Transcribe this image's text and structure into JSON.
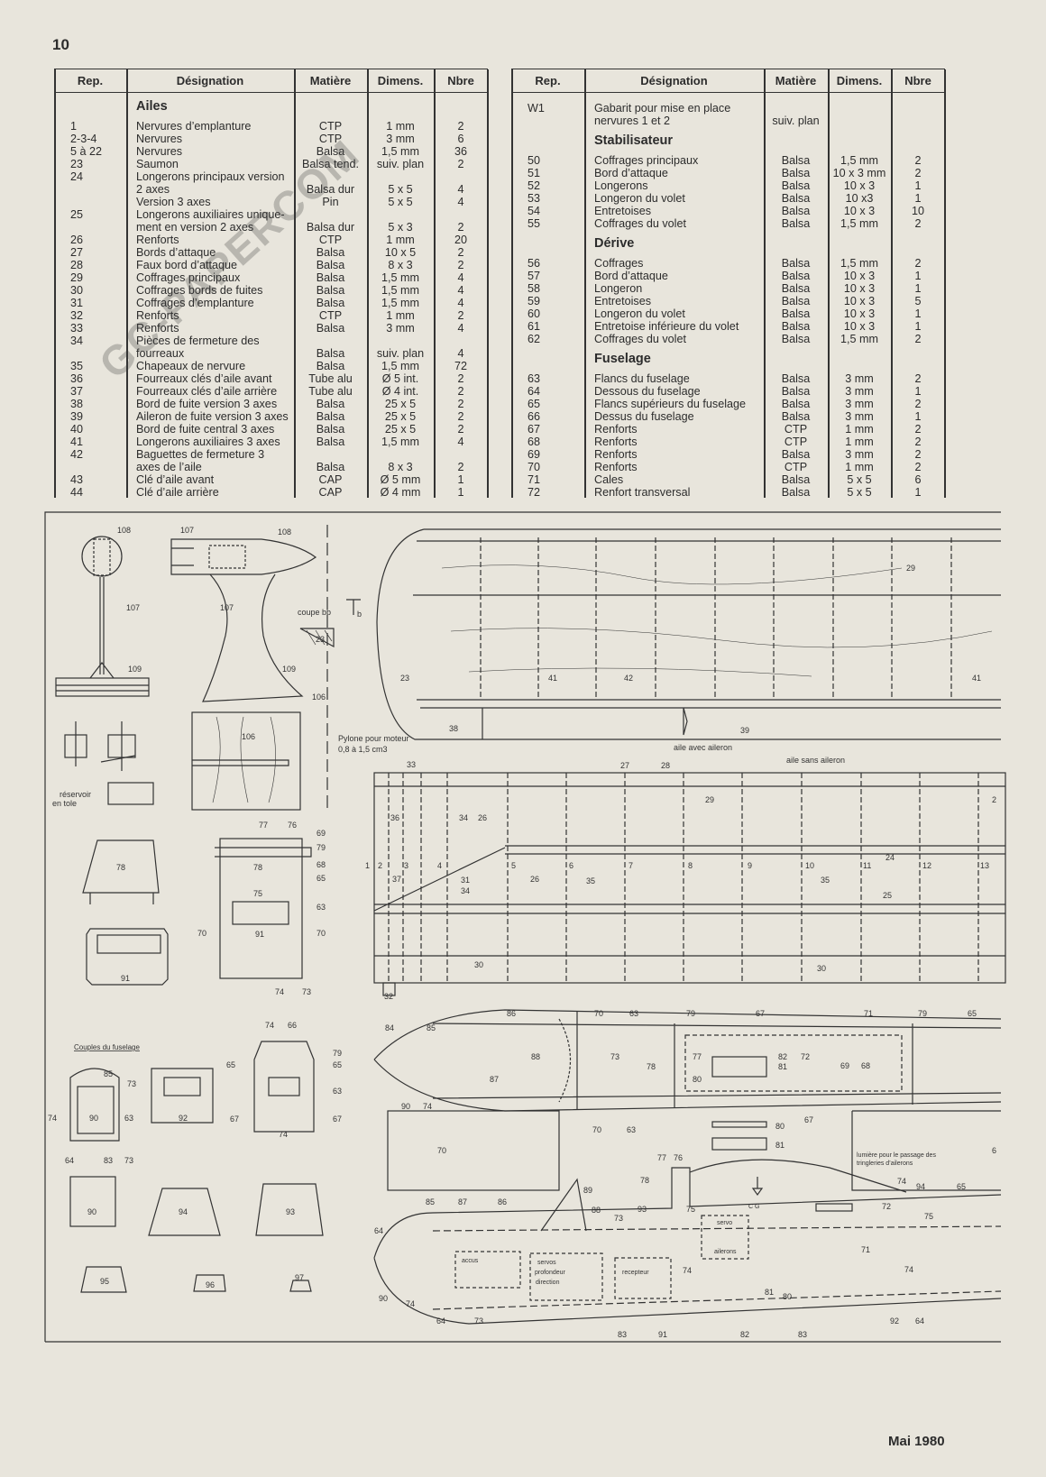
{
  "page_number": "10",
  "footer": "Mai 1980",
  "watermark": "GC-PAPERCOM",
  "tables": {
    "headers": [
      "Rep.",
      "Désignation",
      "Matière",
      "Dimens.",
      "Nbre"
    ],
    "left": {
      "rows": [
        {
          "section": "Ailes"
        },
        [
          "1",
          "Nervures d’emplanture",
          "CTP",
          "1 mm",
          "2"
        ],
        [
          "2-3-4",
          "Nervures",
          "CTP",
          "3 mm",
          "6"
        ],
        [
          "5 à 22",
          "Nervures",
          "Balsa",
          "1,5 mm",
          "36"
        ],
        [
          "23",
          "Saumon",
          "Balsa tend.",
          "suiv. plan",
          "2"
        ],
        [
          "24",
          "Longerons principaux version",
          "",
          "",
          ""
        ],
        [
          "",
          "2 axes",
          "Balsa dur",
          "5 x 5",
          "4"
        ],
        [
          "",
          "Version 3 axes",
          "Pin",
          "5 x 5",
          "4"
        ],
        [
          "25",
          "Longerons auxiliaires unique-",
          "",
          "",
          ""
        ],
        [
          "",
          "ment en version 2 axes",
          "Balsa dur",
          "5 x 3",
          "2"
        ],
        [
          "26",
          "Renforts",
          "CTP",
          "1 mm",
          "20"
        ],
        [
          "27",
          "Bords d’attaque",
          "Balsa",
          "10 x 5",
          "2"
        ],
        [
          "28",
          "Faux bord d’attaque",
          "Balsa",
          "8 x 3",
          "2"
        ],
        [
          "29",
          "Coffrages principaux",
          "Balsa",
          "1,5 mm",
          "4"
        ],
        [
          "30",
          "Coffrages bords de fuites",
          "Balsa",
          "1,5 mm",
          "4"
        ],
        [
          "31",
          "Coffrages d’emplanture",
          "Balsa",
          "1,5 mm",
          "4"
        ],
        [
          "32",
          "Renforts",
          "CTP",
          "1 mm",
          "2"
        ],
        [
          "33",
          "Renforts",
          "Balsa",
          "3 mm",
          "4"
        ],
        [
          "34",
          "Pièces de fermeture des",
          "",
          "",
          ""
        ],
        [
          "",
          "fourreaux",
          "Balsa",
          "suiv. plan",
          "4"
        ],
        [
          "35",
          "Chapeaux de nervure",
          "Balsa",
          "1,5 mm",
          "72"
        ],
        [
          "36",
          "Fourreaux clés d’aile avant",
          "Tube alu",
          "Ø 5 int.",
          "2"
        ],
        [
          "37",
          "Fourreaux clés d’aile arrière",
          "Tube alu",
          "Ø 4 int.",
          "2"
        ],
        [
          "38",
          "Bord de fuite version 3 axes",
          "Balsa",
          "25 x 5",
          "2"
        ],
        [
          "39",
          "Aileron de fuite version 3 axes",
          "Balsa",
          "25 x 5",
          "2"
        ],
        [
          "40",
          "Bord de fuite central 3 axes",
          "Balsa",
          "25 x 5",
          "2"
        ],
        [
          "41",
          "Longerons auxiliaires 3 axes",
          "Balsa",
          "1,5 mm",
          "4"
        ],
        [
          "42",
          "Baguettes de fermeture 3",
          "",
          "",
          ""
        ],
        [
          "",
          "axes de l’aile",
          "Balsa",
          "8 x 3",
          "2"
        ],
        [
          "43",
          "Clé d’aile avant",
          "CAP",
          "Ø 5 mm",
          "1"
        ],
        [
          "44",
          "Clé d’aile arrière",
          "CAP",
          "Ø 4 mm",
          "1"
        ]
      ]
    },
    "right": {
      "rows": [
        [
          "W1",
          "Gabarit pour mise en place",
          "",
          "",
          ""
        ],
        [
          "",
          "nervures 1 et 2",
          "suiv. plan",
          "",
          ""
        ],
        {
          "section": "Stabilisateur"
        },
        [
          "50",
          "Coffrages principaux",
          "Balsa",
          "1,5 mm",
          "2"
        ],
        [
          "51",
          "Bord d’attaque",
          "Balsa",
          "10 x 3 mm",
          "2"
        ],
        [
          "52",
          "Longerons",
          "Balsa",
          "10 x 3",
          "1"
        ],
        [
          "53",
          "Longeron du volet",
          "Balsa",
          "10 x3",
          "1"
        ],
        [
          "54",
          "Entretoises",
          "Balsa",
          "10 x 3",
          "10"
        ],
        [
          "55",
          "Coffrages du volet",
          "Balsa",
          "1,5 mm",
          "2"
        ],
        {
          "section": "Dérive"
        },
        [
          "56",
          "Coffrages",
          "Balsa",
          "1,5 mm",
          "2"
        ],
        [
          "57",
          "Bord d’attaque",
          "Balsa",
          "10 x 3",
          "1"
        ],
        [
          "58",
          "Longeron",
          "Balsa",
          "10 x 3",
          "1"
        ],
        [
          "59",
          "Entretoises",
          "Balsa",
          "10 x 3",
          "5"
        ],
        [
          "60",
          "Longeron du volet",
          "Balsa",
          "10 x 3",
          "1"
        ],
        [
          "61",
          "Entretoise inférieure du volet",
          "Balsa",
          "10 x 3",
          "1"
        ],
        [
          "62",
          "Coffrages du volet",
          "Balsa",
          "1,5 mm",
          "2"
        ],
        {
          "section": "Fuselage"
        },
        [
          "63",
          "Flancs du fuselage",
          "Balsa",
          "3 mm",
          "2"
        ],
        [
          "64",
          "Dessous du fuselage",
          "Balsa",
          "3 mm",
          "1"
        ],
        [
          "65",
          "Flancs supérieurs du fuselage",
          "Balsa",
          "3 mm",
          "2"
        ],
        [
          "66",
          "Dessus du fuselage",
          "Balsa",
          "3 mm",
          "1"
        ],
        [
          "67",
          "Renforts",
          "CTP",
          "1 mm",
          "2"
        ],
        [
          "68",
          "Renforts",
          "CTP",
          "1 mm",
          "2"
        ],
        [
          "69",
          "Renforts",
          "Balsa",
          "3 mm",
          "2"
        ],
        [
          "70",
          "Renforts",
          "CTP",
          "1 mm",
          "2"
        ],
        [
          "71",
          "Cales",
          "Balsa",
          "5 x 5",
          "6"
        ],
        [
          "72",
          "Renfort transversal",
          "Balsa",
          "5 x 5",
          "1"
        ]
      ]
    }
  },
  "drawings": {
    "annotations": {
      "coupe": "coupe bb",
      "coupe_mark": "b",
      "pylone_1": "Pylone pour moteur",
      "pylone_2": "0,8 à 1,5 cm3",
      "reservoir_1": "réservoir",
      "reservoir_2": "en tole",
      "aile_avec": "aile avec aileron",
      "aile_sans": "aile sans aileron",
      "couples": "Couples du fuselage",
      "lumiere_1": "lumière pour le passage des",
      "lumiere_2": "tringleries d’ailerons",
      "cg": "C G",
      "servo": "servo",
      "ailerons": "ailerons",
      "servos": "servos",
      "profondeur": "profondeur",
      "direction": "direction",
      "accus": "accus",
      "recepteur": "recepteur"
    },
    "labels": [
      "108",
      "107",
      "108",
      "107",
      "107",
      "23",
      "109",
      "109",
      "106",
      "106",
      "23",
      "41",
      "42",
      "41",
      "29",
      "38",
      "39",
      "33",
      "27",
      "28",
      "29",
      "36",
      "34",
      "26",
      "37",
      "31",
      "34",
      "1",
      "2",
      "3",
      "4",
      "5",
      "6",
      "7",
      "8",
      "9",
      "10",
      "11",
      "12",
      "13",
      "26",
      "35",
      "35",
      "24",
      "25",
      "30",
      "30",
      "32",
      "77",
      "76",
      "69",
      "79",
      "78",
      "78",
      "68",
      "65",
      "75",
      "63",
      "70",
      "70",
      "91",
      "91",
      "74",
      "73",
      "74",
      "66",
      "79",
      "65",
      "65",
      "63",
      "67",
      "67",
      "74",
      "85",
      "73",
      "74",
      "90",
      "63",
      "64",
      "83",
      "73",
      "92",
      "70",
      "90",
      "94",
      "93",
      "95",
      "96",
      "97",
      "86",
      "70",
      "63",
      "79",
      "67",
      "71",
      "79",
      "65",
      "84",
      "85",
      "88",
      "87",
      "73",
      "78",
      "77",
      "80",
      "82",
      "81",
      "72",
      "69",
      "68",
      "90",
      "74",
      "70",
      "63",
      "67",
      "80",
      "81",
      "77",
      "76",
      "78",
      "89",
      "85",
      "87",
      "86",
      "88",
      "93",
      "75",
      "73",
      "64",
      "74",
      "94",
      "65",
      "72",
      "75",
      "71",
      "74",
      "74",
      "90",
      "74",
      "64",
      "73",
      "81",
      "80",
      "83",
      "91",
      "82",
      "83",
      "92",
      "64",
      "6",
      "2"
    ]
  }
}
